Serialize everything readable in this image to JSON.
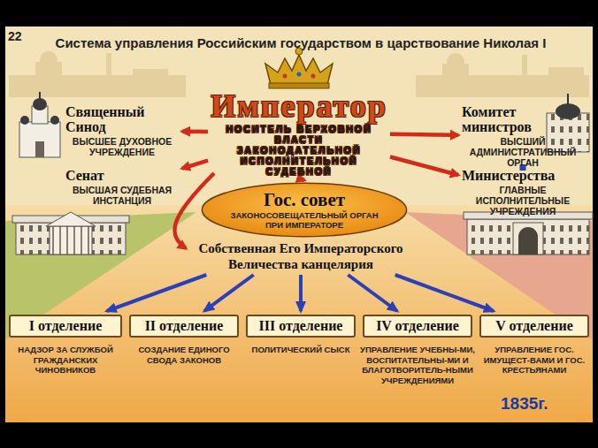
{
  "diagram": {
    "title": "Система управления Российским государством в царствование Николая I",
    "nodes": [
      {
        "text": [
          "Император",
          "НОСИТЕЛЬ ВЕРХОВНОЙ ВЛАСТИ ЗАКОНОДАТЕЛЬНОЙ ИСПОЛНИТЕЛЬНОЙ СУДЕБНОЙ"
        ]
      },
      {
        "text": [
          "Священный Синод",
          "ВЫСШЕЕ ДУХОВНОЕ УЧРЕЖДЕНИЕ"
        ]
      },
      {
        "text": [
          "Комитет министров",
          "ВЫСШИЙ АДМИНИСТРАТИВНЫЙ ОРГАН"
        ]
      },
      {
        "text": [
          "Сенат",
          "ВЫСШАЯ СУДЕБНАЯ ИНСТАНЦИЯ"
        ]
      },
      {
        "text": [
          "Министерства",
          "ГЛАВНЫЕ ИСПОЛНИТЕЛЬНЫЕ УЧРЕЖДЕНИЯ"
        ]
      },
      {
        "text": [
          "Гос. совет",
          "ЗАКОНОСОВЕЩАТЕЛЬНЫЙ ОРГАН ПРИ ИМПЕРАТОРЕ"
        ]
      },
      {
        "text": [
          "Собственная Его Императорского Величества канцелярия"
        ]
      },
      {
        "text": [
          "I отделение",
          "НАДЗОР ЗА СЛУЖБОЙ ГРАЖДАНСКИХ ЧИНОВНИКОВ"
        ]
      },
      {
        "text": [
          "II отделение",
          "СОЗДАНИЕ ЕДИНОГО СВОДА ЗАКОНОВ"
        ]
      },
      {
        "text": [
          "III отделение",
          "ПОЛИТИЧЕСКИЙ СЫСК"
        ]
      },
      {
        "text": [
          "IV отделение",
          "УПРАВЛЕНИЕ УЧЕБНЫ-МИ, ВОСПИТАТЕЛЬНЫ-МИ И БЛАГОТВОРИТЕЛЬ-НЫМИ УЧРЕЖДЕНИЯМИ"
        ]
      },
      {
        "text": [
          "V отделение",
          "УПРАВЛЕНИЕ ГОС. ИМУЩЕСТ-ВАМИ И ГОС. КРЕСТЬЯНАМИ"
        ]
      }
    ],
    "edges": [
      {
        "from": 0,
        "to": 1,
        "arrow": "to"
      },
      {
        "from": 0,
        "to": 2,
        "arrow": "to"
      },
      {
        "from": 0,
        "to": 3,
        "arrow": "to"
      },
      {
        "from": 0,
        "to": 4,
        "arrow": "to"
      },
      {
        "from": 0,
        "to": 5,
        "arrow": "to"
      },
      {
        "from": 0,
        "to": 6,
        "arrow": "to"
      },
      {
        "from": 2,
        "to": 4,
        "arrow": "none"
      },
      {
        "from": 6,
        "to": 7,
        "arrow": "to"
      },
      {
        "from": 6,
        "to": 8,
        "arrow": "to"
      },
      {
        "from": 6,
        "to": 9,
        "arrow": "to"
      },
      {
        "from": 6,
        "to": 10,
        "arrow": "to"
      },
      {
        "from": 6,
        "to": 11,
        "arrow": "to"
      }
    ],
    "labels": [
      "22",
      "1835г."
    ]
  }
}
